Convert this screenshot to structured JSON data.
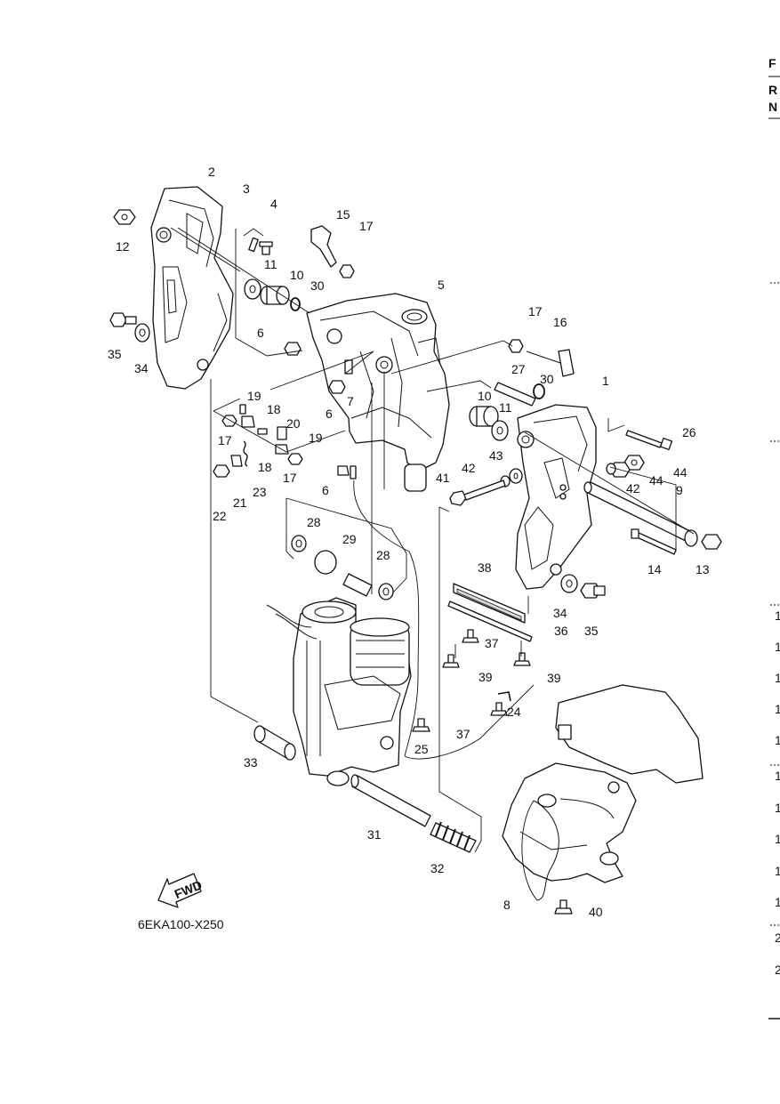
{
  "diagram_code": "6EKA100-X250",
  "fwd_label": "FWD",
  "right_edge_fragments": [
    "F",
    "R",
    "N",
    "1",
    "1",
    "1",
    "1",
    "1",
    "1",
    "1",
    "1",
    "1",
    "1",
    "2",
    "2"
  ],
  "callouts": [
    "1",
    "2",
    "3",
    "4",
    "5",
    "6",
    "6",
    "6",
    "7",
    "8",
    "9",
    "10",
    "10",
    "11",
    "11",
    "12",
    "13",
    "14",
    "15",
    "16",
    "17",
    "17",
    "17",
    "17",
    "18",
    "18",
    "19",
    "19",
    "20",
    "21",
    "22",
    "23",
    "24",
    "25",
    "26",
    "27",
    "28",
    "28",
    "29",
    "30",
    "30",
    "31",
    "32",
    "33",
    "34",
    "34",
    "35",
    "35",
    "36",
    "37",
    "37",
    "38",
    "39",
    "39",
    "40",
    "41",
    "42",
    "42",
    "43",
    "44",
    "44"
  ]
}
